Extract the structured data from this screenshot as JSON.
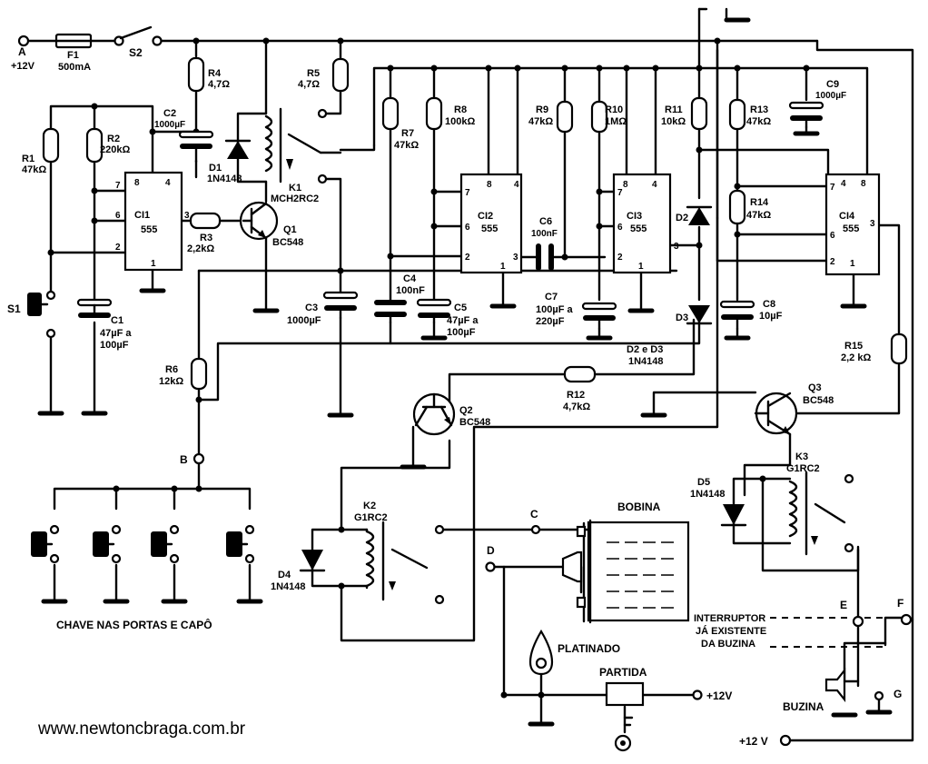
{
  "nodes": {
    "A": "A",
    "B": "B",
    "C": "C",
    "D": "D",
    "E": "E",
    "F": "F",
    "G": "G"
  },
  "supply": {
    "in": "+12V",
    "partida": "+12V",
    "bottom": "+12 V"
  },
  "fuse": {
    "name": "F1",
    "value": "500mA"
  },
  "switches": {
    "s1": "S1",
    "s2": "S2"
  },
  "resistors": {
    "r1": {
      "name": "R1",
      "value": "47kΩ"
    },
    "r2": {
      "name": "R2",
      "value": "220kΩ"
    },
    "r3": {
      "name": "R3",
      "value": "2,2kΩ"
    },
    "r4": {
      "name": "R4",
      "value": "4,7Ω"
    },
    "r5": {
      "name": "R5",
      "value": "4,7Ω"
    },
    "r6": {
      "name": "R6",
      "value": "12kΩ"
    },
    "r7": {
      "name": "R7",
      "value": "47kΩ"
    },
    "r8": {
      "name": "R8",
      "value": "100kΩ"
    },
    "r9": {
      "name": "R9",
      "value": "47kΩ"
    },
    "r10": {
      "name": "R10",
      "value": "1MΩ"
    },
    "r11": {
      "name": "R11",
      "value": "10kΩ"
    },
    "r12": {
      "name": "R12",
      "value": "4,7kΩ"
    },
    "r13": {
      "name": "R13",
      "value": "47kΩ"
    },
    "r14": {
      "name": "R14",
      "value": "47kΩ"
    },
    "r15": {
      "name": "R15",
      "value": "2,2 kΩ"
    }
  },
  "capacitors": {
    "c1": {
      "name": "C1",
      "v1": "47µF a",
      "v2": "100µF"
    },
    "c2": {
      "name": "C2",
      "value": "1000µF"
    },
    "c3": {
      "name": "C3",
      "value": "1000µF"
    },
    "c4": {
      "name": "C4",
      "value": "100nF"
    },
    "c5": {
      "name": "C5",
      "v1": "47µF a",
      "v2": "100µF"
    },
    "c6": {
      "name": "C6",
      "value": "100nF"
    },
    "c7": {
      "name": "C7",
      "v1": "100µF a",
      "v2": "220µF"
    },
    "c8": {
      "name": "C8",
      "value": "10µF"
    },
    "c9": {
      "name": "C9",
      "value": "1000µF"
    }
  },
  "ics": {
    "ci1": {
      "name": "CI1",
      "type": "555"
    },
    "ci2": {
      "name": "CI2",
      "type": "555"
    },
    "ci3": {
      "name": "CI3",
      "type": "555"
    },
    "ci4": {
      "name": "CI4",
      "type": "555"
    }
  },
  "pins": {
    "p1": "1",
    "p2": "2",
    "p3": "3",
    "p4": "4",
    "p6": "6",
    "p7": "7",
    "p8": "8"
  },
  "transistors": {
    "q1": {
      "name": "Q1",
      "type": "BC548"
    },
    "q2": {
      "name": "Q2",
      "type": "BC548"
    },
    "q3": {
      "name": "Q3",
      "type": "BC548"
    }
  },
  "diodes": {
    "d1": {
      "name": "D1",
      "type": "1N4148"
    },
    "d2": {
      "name": "D2"
    },
    "d3": {
      "name": "D3"
    },
    "d23": {
      "name": "D2 e D3",
      "type": "1N4148"
    },
    "d4": {
      "name": "D4",
      "type": "1N4148"
    },
    "d5": {
      "name": "D5",
      "type": "1N4148"
    }
  },
  "relays": {
    "k1": {
      "name": "K1",
      "type": "MCH2RC2"
    },
    "k2": {
      "name": "K2",
      "type": "G1RC2"
    },
    "k3": {
      "name": "K3",
      "type": "G1RC2"
    }
  },
  "labels": {
    "chave": "CHAVE NAS PORTAS E CAPÔ",
    "bobina": "BOBINA",
    "platinado": "PLATINADO",
    "partida": "PARTIDA",
    "buzina": "BUZINA",
    "interruptor1": "INTERRUPTOR",
    "interruptor2": "JÁ EXISTENTE",
    "interruptor3": "DA BUZINA"
  },
  "website": "www.newtoncbraga.com.br"
}
